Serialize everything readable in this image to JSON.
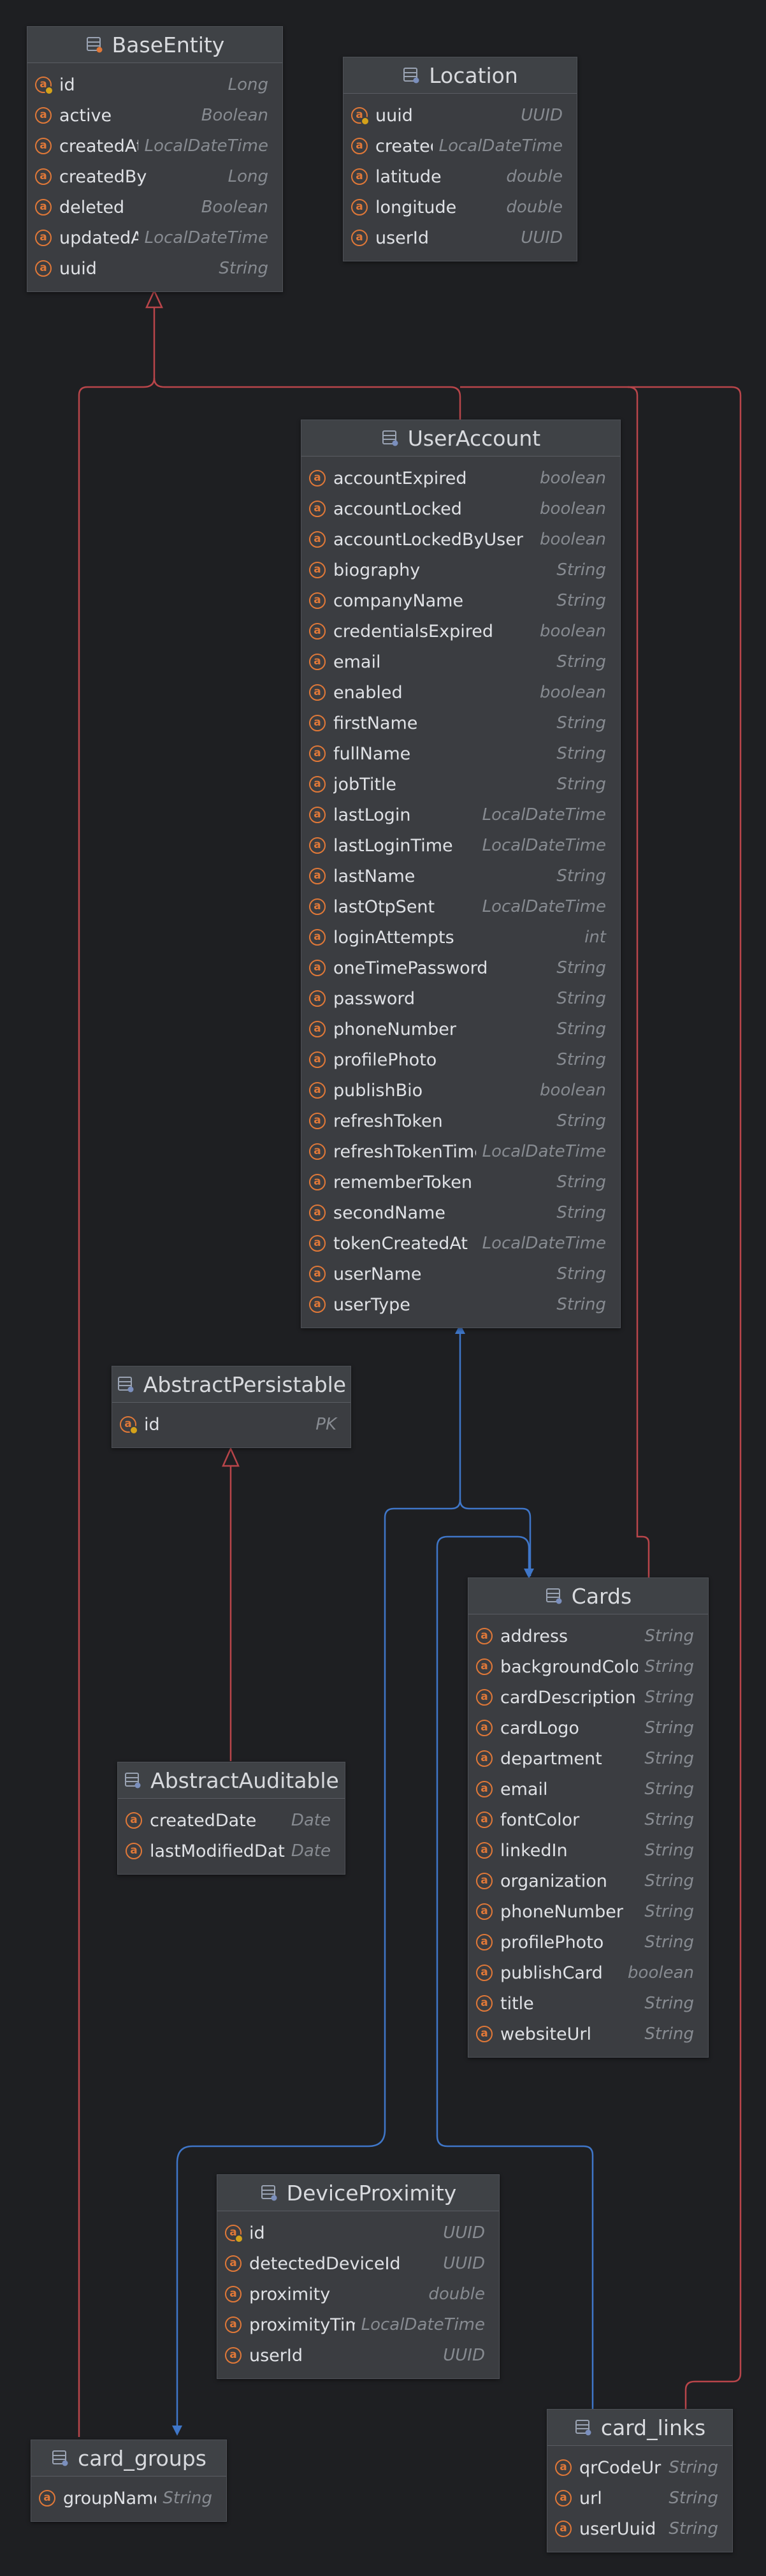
{
  "entities": {
    "base_entity": {
      "name": "BaseEntity",
      "fields": [
        {
          "name": "id",
          "type": "Long",
          "key": true
        },
        {
          "name": "active",
          "type": "Boolean"
        },
        {
          "name": "createdAt",
          "type": "LocalDateTime"
        },
        {
          "name": "createdBy",
          "type": "Long"
        },
        {
          "name": "deleted",
          "type": "Boolean"
        },
        {
          "name": "updatedAt",
          "type": "LocalDateTime"
        },
        {
          "name": "uuid",
          "type": "String"
        }
      ]
    },
    "location": {
      "name": "Location",
      "fields": [
        {
          "name": "uuid",
          "type": "UUID",
          "key": true
        },
        {
          "name": "created",
          "type": "LocalDateTime"
        },
        {
          "name": "latitude",
          "type": "double"
        },
        {
          "name": "longitude",
          "type": "double"
        },
        {
          "name": "userId",
          "type": "UUID"
        }
      ]
    },
    "user_account": {
      "name": "UserAccount",
      "fields": [
        {
          "name": "accountExpired",
          "type": "boolean"
        },
        {
          "name": "accountLocked",
          "type": "boolean"
        },
        {
          "name": "accountLockedByUser",
          "type": "boolean"
        },
        {
          "name": "biography",
          "type": "String"
        },
        {
          "name": "companyName",
          "type": "String"
        },
        {
          "name": "credentialsExpired",
          "type": "boolean"
        },
        {
          "name": "email",
          "type": "String"
        },
        {
          "name": "enabled",
          "type": "boolean"
        },
        {
          "name": "firstName",
          "type": "String"
        },
        {
          "name": "fullName",
          "type": "String"
        },
        {
          "name": "jobTitle",
          "type": "String"
        },
        {
          "name": "lastLogin",
          "type": "LocalDateTime"
        },
        {
          "name": "lastLoginTime",
          "type": "LocalDateTime"
        },
        {
          "name": "lastName",
          "type": "String"
        },
        {
          "name": "lastOtpSent",
          "type": "LocalDateTime"
        },
        {
          "name": "loginAttempts",
          "type": "int"
        },
        {
          "name": "oneTimePassword",
          "type": "String"
        },
        {
          "name": "password",
          "type": "String"
        },
        {
          "name": "phoneNumber",
          "type": "String"
        },
        {
          "name": "profilePhoto",
          "type": "String"
        },
        {
          "name": "publishBio",
          "type": "boolean"
        },
        {
          "name": "refreshToken",
          "type": "String"
        },
        {
          "name": "refreshTokenTime",
          "type": "LocalDateTime"
        },
        {
          "name": "rememberToken",
          "type": "String"
        },
        {
          "name": "secondName",
          "type": "String"
        },
        {
          "name": "tokenCreatedAt",
          "type": "LocalDateTime"
        },
        {
          "name": "userName",
          "type": "String"
        },
        {
          "name": "userType",
          "type": "String"
        }
      ]
    },
    "abstract_persistable": {
      "name": "AbstractPersistable",
      "fields": [
        {
          "name": "id",
          "type": "PK",
          "key": true
        }
      ]
    },
    "cards": {
      "name": "Cards",
      "fields": [
        {
          "name": "address",
          "type": "String"
        },
        {
          "name": "backgroundColor",
          "type": "String"
        },
        {
          "name": "cardDescription",
          "type": "String"
        },
        {
          "name": "cardLogo",
          "type": "String"
        },
        {
          "name": "department",
          "type": "String"
        },
        {
          "name": "email",
          "type": "String"
        },
        {
          "name": "fontColor",
          "type": "String"
        },
        {
          "name": "linkedIn",
          "type": "String"
        },
        {
          "name": "organization",
          "type": "String"
        },
        {
          "name": "phoneNumber",
          "type": "String"
        },
        {
          "name": "profilePhoto",
          "type": "String"
        },
        {
          "name": "publishCard",
          "type": "boolean"
        },
        {
          "name": "title",
          "type": "String"
        },
        {
          "name": "websiteUrl",
          "type": "String"
        }
      ]
    },
    "abstract_auditable": {
      "name": "AbstractAuditable",
      "fields": [
        {
          "name": "createdDate",
          "type": "Date"
        },
        {
          "name": "lastModifiedDate",
          "type": "Date"
        }
      ]
    },
    "device_proximity": {
      "name": "DeviceProximity",
      "fields": [
        {
          "name": "id",
          "type": "UUID",
          "key": true
        },
        {
          "name": "detectedDeviceId",
          "type": "UUID"
        },
        {
          "name": "proximity",
          "type": "double"
        },
        {
          "name": "proximityTime",
          "type": "LocalDateTime"
        },
        {
          "name": "userId",
          "type": "UUID"
        }
      ]
    },
    "card_links": {
      "name": "card_links",
      "fields": [
        {
          "name": "qrCodeUrl",
          "type": "String"
        },
        {
          "name": "url",
          "type": "String"
        },
        {
          "name": "userUuid",
          "type": "String"
        }
      ]
    },
    "card_groups": {
      "name": "card_groups",
      "fields": [
        {
          "name": "groupName",
          "type": "String"
        }
      ]
    }
  },
  "colors": {
    "background": "#1e1f22",
    "inheritance_line": "#b8454a",
    "association_line": "#3f76c8",
    "field_icon": "#e07838",
    "table_icon": "#7b8fbd"
  }
}
